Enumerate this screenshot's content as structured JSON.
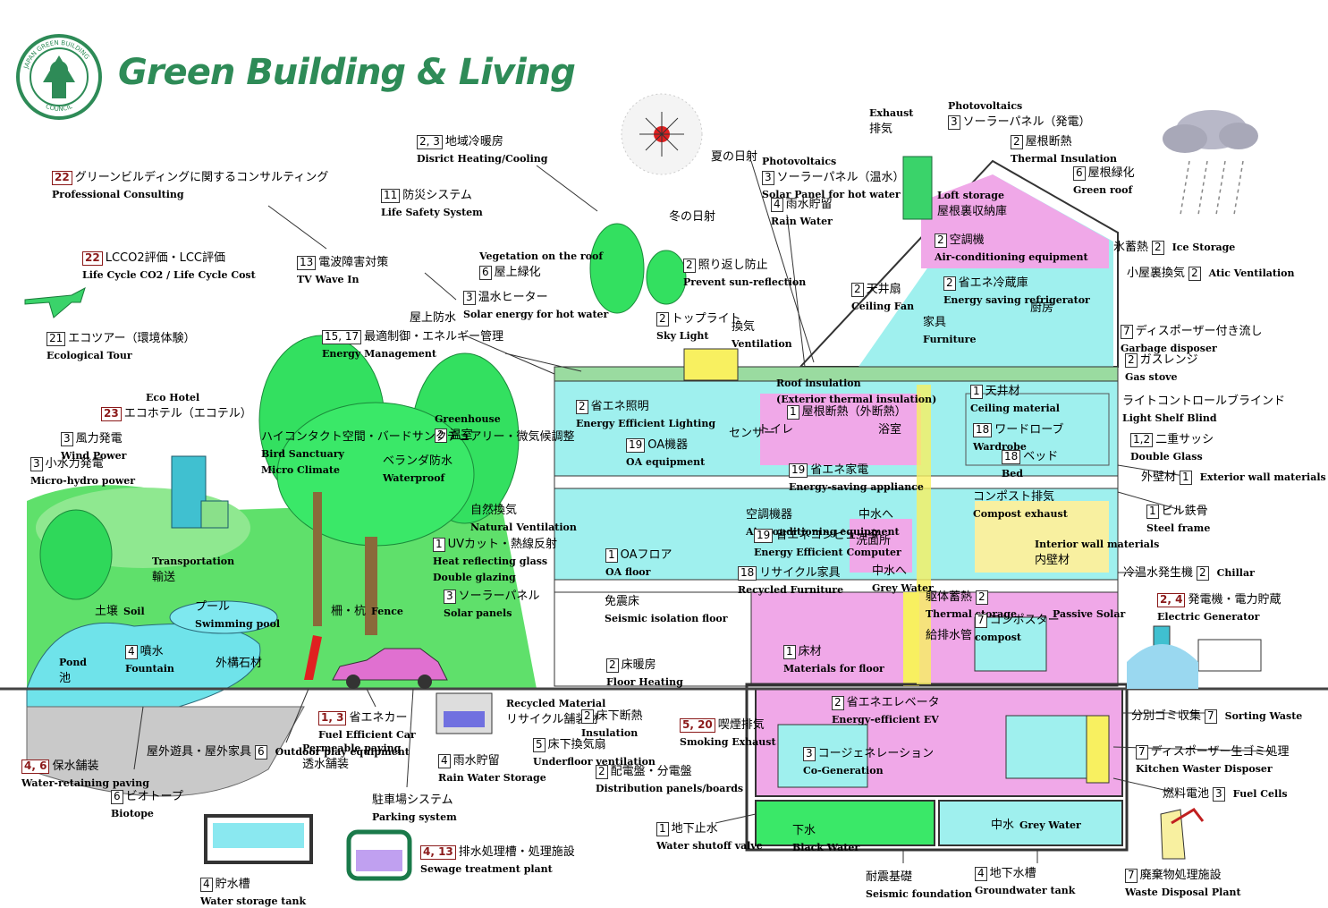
{
  "header": {
    "title": "Green Building & Living",
    "logo_text_top": "JAPAN GREEN BUILDING",
    "logo_text_bottom": "COUNCIL"
  },
  "colors": {
    "title_green": "#2e8b57",
    "building_pink": "#f0a8e8",
    "building_cyan": "#9ff0ee",
    "tree_green": "#33e060",
    "ground_grey": "#c9c9c9",
    "water_blue": "#7fe8f0",
    "number_red": "#8b1a1a"
  },
  "labels": [
    {
      "id": "consulting",
      "num": "22",
      "jp": "グリーンビルディングに関するコンサルティング",
      "en": "Professional Consulting"
    },
    {
      "id": "district",
      "num": "2, 3",
      "jp": "地域冷暖房",
      "en": "Disrict Heating/Cooling"
    },
    {
      "id": "safety",
      "num": "11",
      "jp": "防災システム",
      "en": "Life Safety System"
    },
    {
      "id": "lcc",
      "num": "22",
      "jp": "LCCO2評価・LCC評価",
      "en": "Life Cycle CO2 / Life Cycle Cost"
    },
    {
      "id": "tvwave",
      "num": "13",
      "jp": "電波障害対策",
      "en": "TV Wave In"
    },
    {
      "id": "ecotour",
      "num": "21",
      "jp": "エコツアー（環境体験）",
      "en": "Ecological  Tour"
    },
    {
      "id": "summer",
      "jp": "夏の日射"
    },
    {
      "id": "winter",
      "jp": "冬の日射"
    },
    {
      "id": "pv_hot",
      "num": "3",
      "jp": "ソーラーパネル（温水）",
      "en": "Solar Panel for hot water",
      "en2": "Photovoltaics"
    },
    {
      "id": "rainwater",
      "num": "4",
      "jp": "雨水貯留",
      "en": "Rain Water"
    },
    {
      "id": "exhaust",
      "jp": "排気",
      "en": "Exhaust"
    },
    {
      "id": "pv_power",
      "num": "3",
      "jp": "ソーラーパネル（発電）",
      "en": "Photovoltaics"
    },
    {
      "id": "roof_insul",
      "num": "2",
      "jp": "屋根断熱",
      "en": "Thermal Insulation"
    },
    {
      "id": "roof_green",
      "num": "6",
      "jp": "屋根緑化",
      "en": "Green roof"
    },
    {
      "id": "loft",
      "jp": "屋根裏収納庫",
      "en": "Loft storage"
    },
    {
      "id": "aircon_top",
      "num": "2",
      "jp": "空調機",
      "en": "Air-conditioning equipment"
    },
    {
      "id": "ice",
      "num": "2",
      "jp": "氷蓄熱",
      "en": "Ice Storage"
    },
    {
      "id": "atic",
      "num": "2",
      "jp": "小屋裏換気",
      "en": "Atic Ventilation"
    },
    {
      "id": "fridge",
      "num": "2",
      "jp": "省エネ冷蔵庫",
      "en": "Energy saving refrigerator"
    },
    {
      "id": "kitchen",
      "jp": "厨房"
    },
    {
      "id": "ceilingfan",
      "num": "2",
      "jp": "天井扇",
      "en": "Ceiling Fan"
    },
    {
      "id": "furniture",
      "jp": "家具",
      "en": "Furniture"
    },
    {
      "id": "veg_roof",
      "num": "6",
      "jp": "屋上緑化",
      "en": "Vegetation on the roof"
    },
    {
      "id": "sunref",
      "num": "2",
      "jp": "照り返し防止",
      "en": "Prevent sun-reflection"
    },
    {
      "id": "solar_hw",
      "num": "3",
      "jp": "温水ヒーター",
      "en": "Solar energy for hot water"
    },
    {
      "id": "roofwp",
      "jp": "屋上防水"
    },
    {
      "id": "toplight",
      "num": "2",
      "jp": "トップライト",
      "en": "Sky Light"
    },
    {
      "id": "vent",
      "jp": "換気",
      "en": "Ventilation"
    },
    {
      "id": "energy_mgmt",
      "num": "15, 17",
      "jp": "最適制御・エネルギー管理",
      "en": "Energy Management"
    },
    {
      "id": "garbage",
      "num": "7",
      "jp": "ディスポーザー付き流し",
      "en": "Garbage disposer"
    },
    {
      "id": "gas",
      "num": "2",
      "jp": "ガスレンジ",
      "en": "Gas stove"
    },
    {
      "id": "roof_ext",
      "jp": "",
      "en": "Roof insulation",
      "en2": "(Exterior thermal insulation)"
    },
    {
      "id": "ceil_mat",
      "num": "1",
      "jp": "天井材",
      "en": "Ceiling material"
    },
    {
      "id": "shelf",
      "jp": "ライトコントロールブラインド",
      "en": "Light Shelf  Blind"
    },
    {
      "id": "eco_hotel",
      "num": "23",
      "jp": "エコホテル（エコテル）",
      "en": "Eco Hotel"
    },
    {
      "id": "greenhouse",
      "num": "2",
      "jp": "温室",
      "en": "Greenhouse"
    },
    {
      "id": "eff_light",
      "num": "2",
      "jp": "省エネ照明",
      "en": "Energy Efficient  Lighting"
    },
    {
      "id": "sensor",
      "jp": "センサー"
    },
    {
      "id": "toilet",
      "jp": "トイレ"
    },
    {
      "id": "roof_insul2",
      "num": "1",
      "jp": "屋根断熱（外断熱）"
    },
    {
      "id": "bath",
      "jp": "浴室"
    },
    {
      "id": "wardrobe",
      "num": "18",
      "jp": "ワードローブ",
      "en": "Wardrobe"
    },
    {
      "id": "dblsash",
      "num": "1,2",
      "jp": "二重サッシ",
      "en": "Double Glass"
    },
    {
      "id": "wind",
      "num": "3",
      "jp": "風力発電",
      "en": "Wind Power"
    },
    {
      "id": "sanctuary",
      "jp": "ハイコンタクト空間・バードサンクチュアリー・微気候調整",
      "en": "Bird Sanctuary",
      "en2": "Micro Climate"
    },
    {
      "id": "veranda",
      "jp": "ベランダ防水",
      "en": "Waterproof"
    },
    {
      "id": "oa",
      "num": "19",
      "jp": "OA機器",
      "en": "OA equipment"
    },
    {
      "id": "bed",
      "num": "18",
      "jp": "ベッド",
      "en": "Bed"
    },
    {
      "id": "extwall",
      "num": "1",
      "jp": "外壁材",
      "en": "Exterior wall materials"
    },
    {
      "id": "hydro",
      "num": "3",
      "jp": "小水力発電",
      "en": "Micro-hydro power"
    },
    {
      "id": "energy_app",
      "num": "19",
      "jp": "省エネ家電",
      "en": "Energy-saving appliance"
    },
    {
      "id": "compost_ex",
      "jp": "コンポスト排気",
      "en": "Compost exhaust"
    },
    {
      "id": "steel",
      "num": "1",
      "jp": "ビル鉄骨",
      "en": "Steel frame"
    },
    {
      "id": "natvent",
      "jp": "自然換気",
      "en": "Natural Ventilation"
    },
    {
      "id": "aircon_mid",
      "jp": "空調機器",
      "en": "Air-conditioning equipment"
    },
    {
      "id": "to_mid",
      "jp": "中水へ"
    },
    {
      "id": "washroom",
      "jp": "洗面所"
    },
    {
      "id": "uvcut",
      "num": "1",
      "jp": "UVカット・熱線反射",
      "en": "Heat reflecting glass",
      "en2": "Double glazing"
    },
    {
      "id": "computer",
      "num": "19",
      "jp": "省エネコンピュータ",
      "en": "Energy Efficient Computer"
    },
    {
      "id": "oafloor",
      "num": "1",
      "jp": "OAフロア",
      "en": "OA floor"
    },
    {
      "id": "recyc_furn",
      "num": "18",
      "jp": "リサイクル家具",
      "en": "Recycled Furniture"
    },
    {
      "id": "to_mid2",
      "jp": "中水へ",
      "en": "Grey Water"
    },
    {
      "id": "intwall",
      "jp": "内壁材",
      "en": "Interior wall materials"
    },
    {
      "id": "chillar",
      "num": "2",
      "jp": "冷温水発生機",
      "en": "Chillar"
    },
    {
      "id": "transport",
      "jp": "輸送",
      "en": "Transportation"
    },
    {
      "id": "solarpanel",
      "num": "3",
      "jp": "ソーラーパネル",
      "en": "Solar panels"
    },
    {
      "id": "seismic_fl",
      "jp": "免震床",
      "en": "Seismic isolation floor"
    },
    {
      "id": "thermal_st",
      "jp": "躯体蓄熱",
      "num": "2",
      "en": "Thermal storage",
      "en2": "Passive Solar"
    },
    {
      "id": "generator",
      "num": "2, 4",
      "jp": "発電機・電力貯蔵",
      "en": "Electric Generator"
    },
    {
      "id": "soil",
      "jp": "土壌",
      "en": "Soil"
    },
    {
      "id": "pool",
      "jp": "プール",
      "en": "Swimming pool"
    },
    {
      "id": "fence",
      "jp": "柵・杭",
      "en": "Fence"
    },
    {
      "id": "composter",
      "num": "7",
      "jp": "コンポスター",
      "en": "compost"
    },
    {
      "id": "supply",
      "jp": "給排水管"
    },
    {
      "id": "pond",
      "jp": "池",
      "en": "Pond"
    },
    {
      "id": "fountain",
      "num": "4",
      "jp": "噴水",
      "en": "Fountain"
    },
    {
      "id": "stone",
      "jp": "外構石材"
    },
    {
      "id": "floor_mat",
      "num": "1",
      "jp": "床材",
      "en": "Materials for floor"
    },
    {
      "id": "floor_heat",
      "num": "2",
      "jp": "床暖房",
      "en": "Floor Heating"
    },
    {
      "id": "recyc_mat",
      "jp": "リサイクル舗装材",
      "en": "Recycled Material"
    },
    {
      "id": "ev",
      "num": "2",
      "jp": "省エネエレベータ",
      "en": "Energy-efficient EV"
    },
    {
      "id": "sortwaste",
      "num": "7",
      "jp": "分別ゴミ収集",
      "en": "Sorting Waste"
    },
    {
      "id": "fuelcar",
      "num": "1, 3",
      "jp": "省エネカー",
      "en": "Fuel Efficient Car"
    },
    {
      "id": "underfloor",
      "num": "2",
      "jp": "床下断熱",
      "en": "Insulation"
    },
    {
      "id": "smoking",
      "num": "5, 20",
      "jp": "喫煙排気",
      "en": "Smoking Exhaust"
    },
    {
      "id": "cogen",
      "num": "3",
      "jp": "コージェネレーション",
      "en": "Co-Generation"
    },
    {
      "id": "kitchen_disp",
      "num": "7",
      "jp": "ディスポーザー生ゴミ処理",
      "en": "Kitchen Waster Disposer"
    },
    {
      "id": "play",
      "num": "6",
      "jp": "屋外遊具・屋外家具",
      "en": "Outdoor play equipment"
    },
    {
      "id": "perm",
      "jp": "透水舗装",
      "en": "Permeable paving"
    },
    {
      "id": "rws",
      "num": "4",
      "jp": "雨水貯留",
      "en": "Rain Water Storage"
    },
    {
      "id": "ufvent",
      "num": "5",
      "jp": "床下換気扇",
      "en": "Underfloor ventilation"
    },
    {
      "id": "panels",
      "num": "2",
      "jp": "配電盤・分電盤",
      "en": "Distribution panels/boards"
    },
    {
      "id": "fuelcell",
      "num": "3",
      "jp": "燃料電池",
      "en": "Fuel Cells"
    },
    {
      "id": "retaining",
      "num": "4, 6",
      "jp": "保水舗装",
      "en": "Water-retaining paving"
    },
    {
      "id": "biotope",
      "num": "6",
      "jp": "ビオトープ",
      "en": "Biotope"
    },
    {
      "id": "parking",
      "jp": "駐車場システム",
      "en": "Parking system"
    },
    {
      "id": "black",
      "en": "Black  Water",
      "jp": "下水"
    },
    {
      "id": "grey",
      "jp": "中水",
      "en": "Grey Water"
    },
    {
      "id": "shutoff",
      "num": "1",
      "jp": "地下止水",
      "en": "Water shutoff valve"
    },
    {
      "id": "wst",
      "num": "4",
      "jp": "貯水槽",
      "en": "Water storage tank"
    },
    {
      "id": "sewage",
      "num": "4, 13",
      "jp": "排水処理槽・処理施設",
      "en": "Sewage treatment plant"
    },
    {
      "id": "foundation",
      "jp": "耐震基礎",
      "en": "Seismic foundation"
    },
    {
      "id": "groundwater",
      "num": "4",
      "jp": "地下水槽",
      "en": "Groundwater tank"
    },
    {
      "id": "wastepl",
      "num": "7",
      "jp": "廃棄物処理施設",
      "en": "Waste Disposal Plant"
    }
  ]
}
